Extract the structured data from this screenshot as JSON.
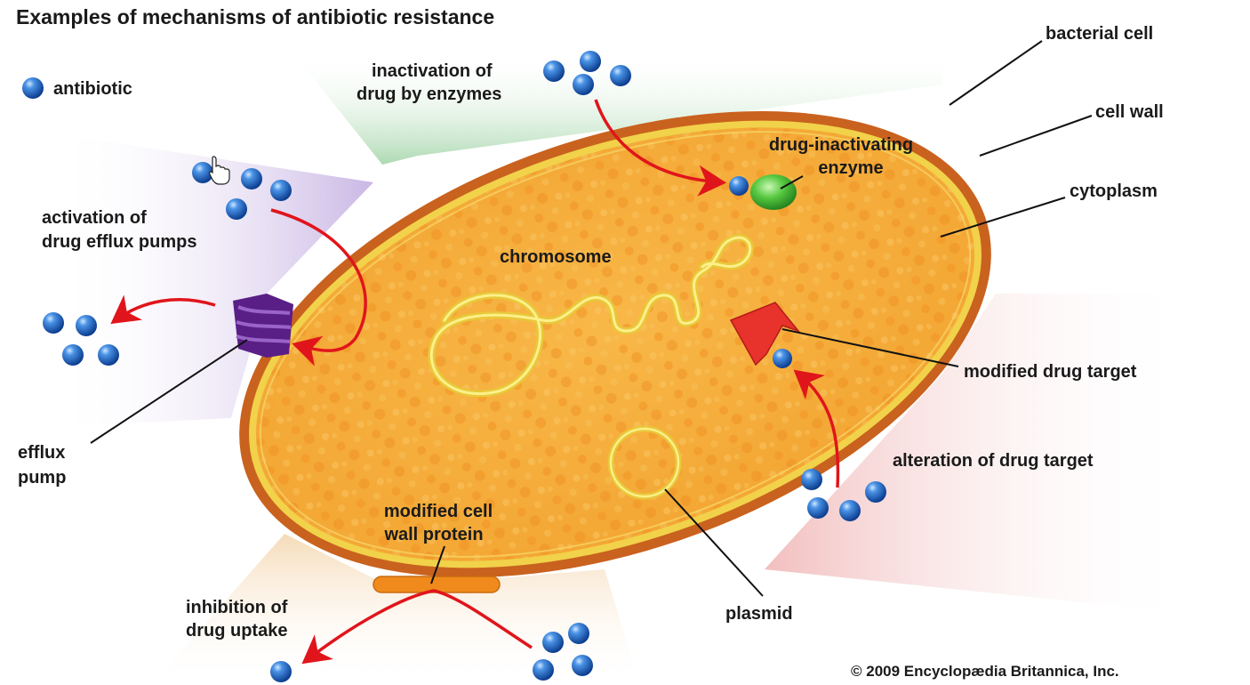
{
  "title": "Examples of mechanisms of antibiotic resistance",
  "legend": {
    "label": "antibiotic"
  },
  "labels": {
    "bacterial_cell": "bacterial cell",
    "cell_wall": "cell wall",
    "cytoplasm": "cytoplasm",
    "inactivation_line1": "inactivation of",
    "inactivation_line2": "drug by enzymes",
    "enzyme_line1": "drug-inactivating",
    "enzyme_line2": "enzyme",
    "activation_line1": "activation of",
    "activation_line2": "drug efflux pumps",
    "chromosome": "chromosome",
    "modified_target": "modified drug target",
    "alteration": "alteration of drug target",
    "efflux_line1": "efflux",
    "efflux_line2": "pump",
    "wall_protein_line1": "modified cell",
    "wall_protein_line2": "wall protein",
    "inhibition_line1": "inhibition of",
    "inhibition_line2": "drug uptake",
    "plasmid": "plasmid"
  },
  "copyright": "© 2009 Encyclopædia Britannica, Inc.",
  "colors": {
    "cell_wall": "#c9621e",
    "cytoplasm": "#f6b040",
    "membrane": "#f1d24a",
    "chromosome": "#f3e36a",
    "antibiotic": "#1d63bf",
    "arrow": "#e0151b",
    "enzyme": "#4cc23a",
    "efflux_pump": "#6a2a9a",
    "modified_target": "#e8322c",
    "wall_protein": "#f08a1c"
  }
}
